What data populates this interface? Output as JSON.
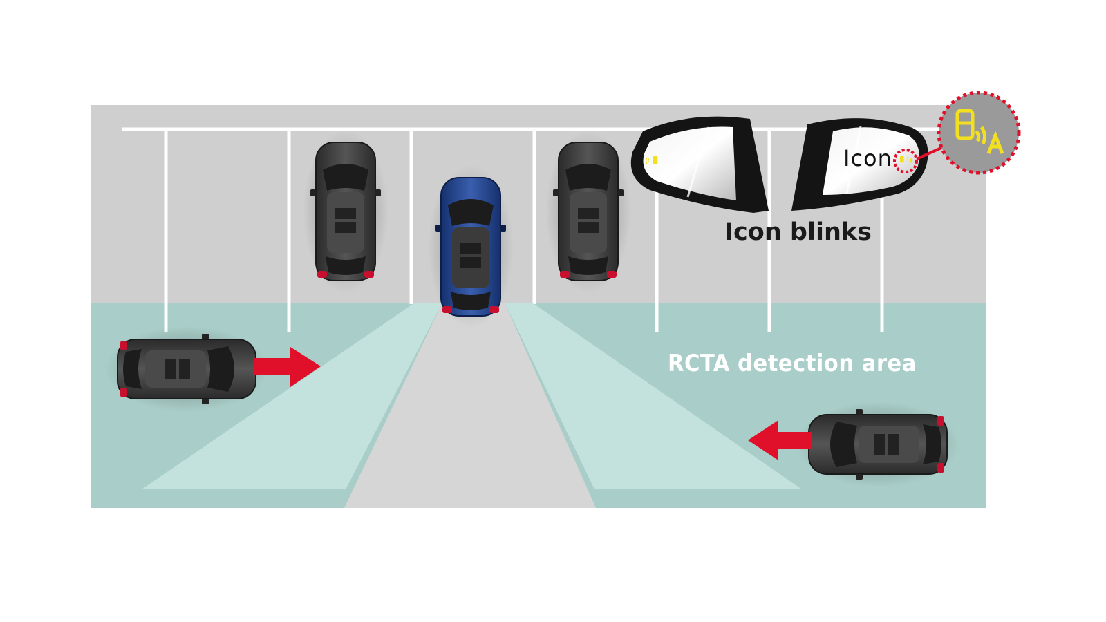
{
  "labels": {
    "icon": "Icon",
    "icon_blinks": "Icon blinks",
    "rcta_area": "RCTA detection area"
  },
  "icons": {
    "warning": "rcta-warning-icon",
    "arrow": "red-arrow-icon"
  },
  "colors": {
    "lot": "#cfcfcf",
    "detection_area": "#a9cdc8",
    "beam": "#c2e0dc",
    "lane": "#d6d6d6",
    "line": "#ffffff",
    "arrow": "#e0102a",
    "ego_car": "#1f3f8a",
    "other_car": "#3a3a3a",
    "icon_yellow": "#f2e020",
    "mirror_frame": "#141414"
  }
}
